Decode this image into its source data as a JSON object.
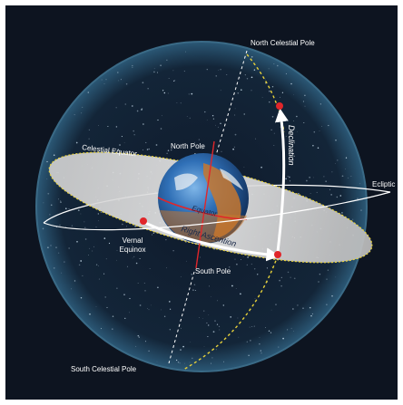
{
  "labels": {
    "north_celestial_pole": "North Celestial Pole",
    "south_celestial_pole": "South Celestial Pole",
    "north_pole": "North Pole",
    "south_pole": "South Pole",
    "celestial_equator": "Celestial Equator",
    "ecliptic": "Ecliptic",
    "vernal": "Vernal",
    "equinox": "Equinox",
    "equator": "Equator",
    "right_ascention": "Right Ascention",
    "declination": "Declination"
  },
  "colors": {
    "background": "#0d1420",
    "sphere_edge": "#3a6a86",
    "equator_plane": "#d8d8d8",
    "ecliptic_path": "#ffffff",
    "meridian_dashed": "#e8d23a",
    "marker": "#e0262a",
    "arrow": "#ffffff",
    "earth_ocean": "#2f6fb6",
    "earth_land": "#c7772e"
  }
}
